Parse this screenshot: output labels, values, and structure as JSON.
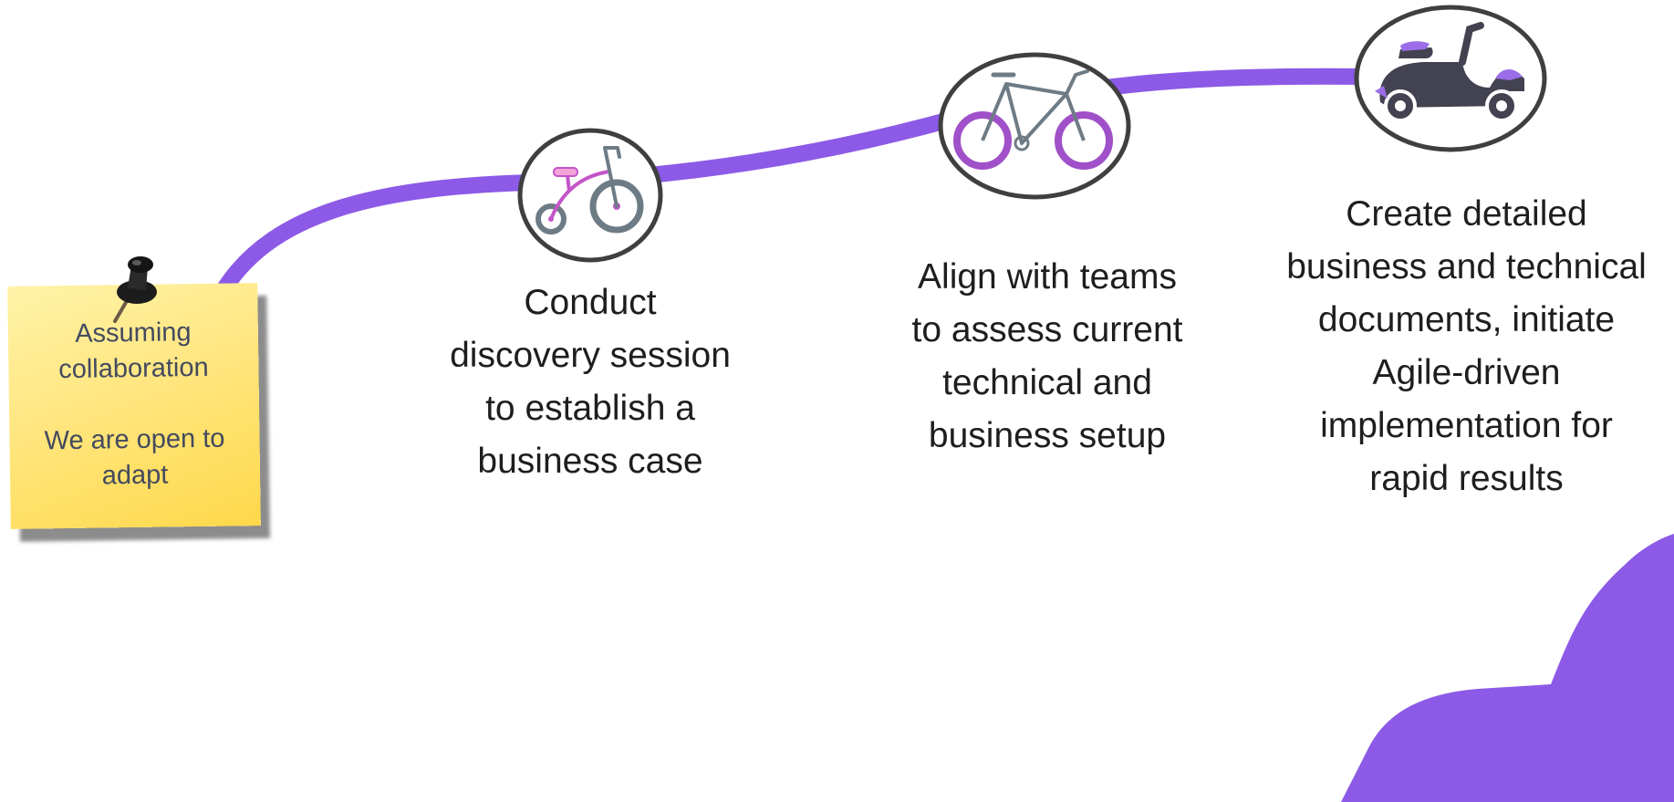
{
  "note": {
    "line1": "Assuming",
    "line2": "collaboration",
    "line3": "We are open to",
    "line4": "adapt"
  },
  "steps": [
    {
      "icon": "tricycle-icon",
      "lines": [
        "Conduct",
        "discovery session",
        "to establish a",
        "business case"
      ]
    },
    {
      "icon": "bicycle-icon",
      "lines": [
        "Align with teams",
        "to assess current",
        "technical and",
        "business setup"
      ]
    },
    {
      "icon": "scooter-icon",
      "lines": [
        "Create detailed",
        "business and technical",
        "documents, initiate",
        "Agile-driven",
        "implementation for",
        "rapid results"
      ]
    }
  ],
  "colors": {
    "path": "#8c5ae6",
    "icon_circle_stroke": "#3f3f3f",
    "text": "#1e1e1e",
    "note": "#ffe06a"
  }
}
